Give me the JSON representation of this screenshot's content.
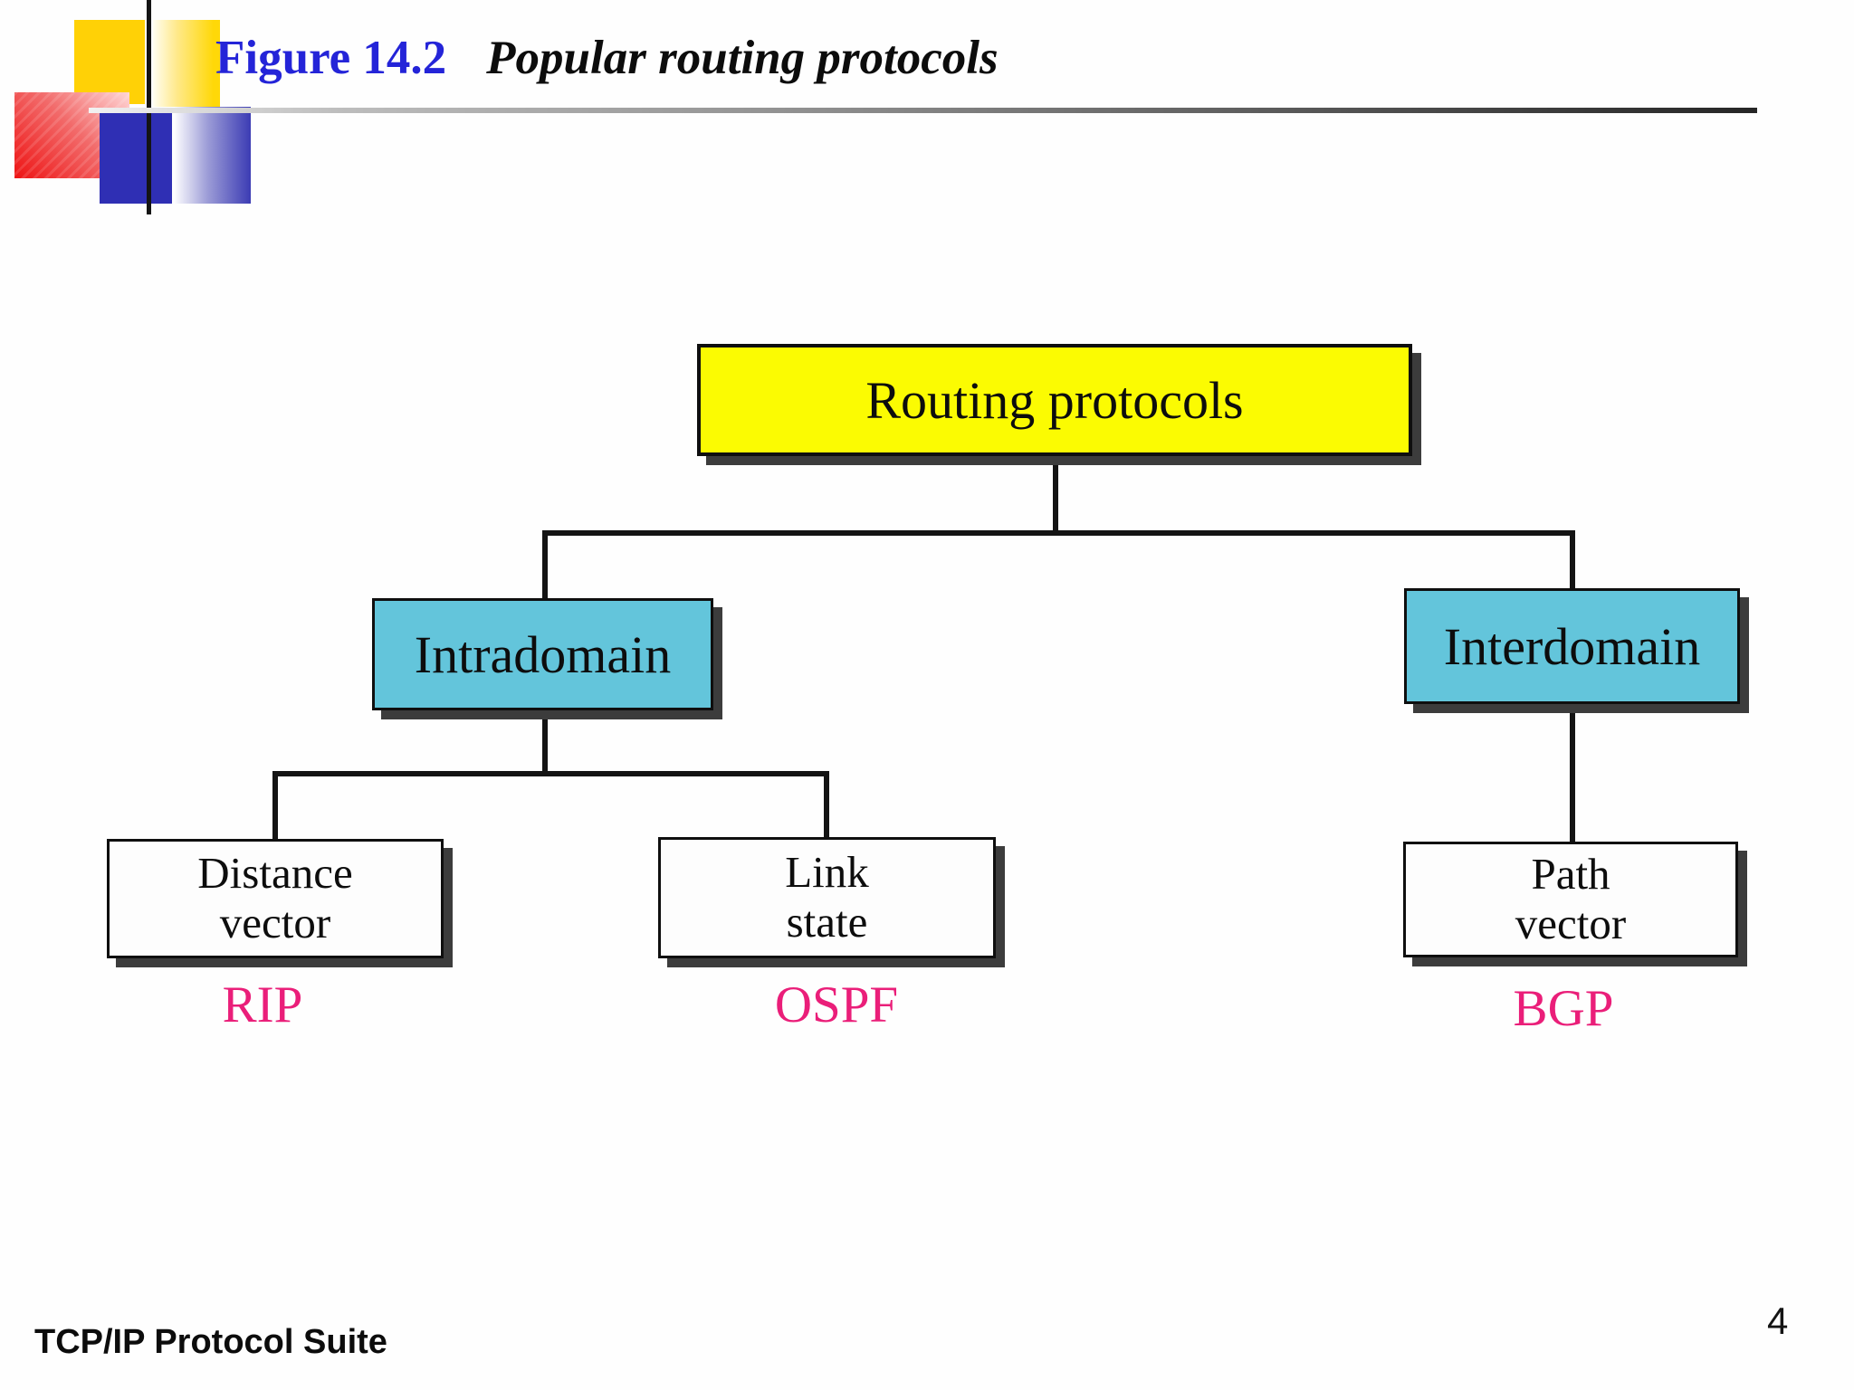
{
  "header": {
    "figure_label": "Figure 14.2",
    "figure_title": "Popular routing protocols",
    "figure_label_color": "#2424d8"
  },
  "diagram": {
    "root": {
      "label": "Routing protocols",
      "fill": "#fbfb02"
    },
    "branches": [
      {
        "label": "Intradomain",
        "fill": "#63c5db"
      },
      {
        "label": "Interdomain",
        "fill": "#63c5db"
      }
    ],
    "leaves": [
      {
        "line1": "Distance",
        "line2": "vector",
        "protocol": "RIP"
      },
      {
        "line1": "Link",
        "line2": "state",
        "protocol": "OSPF"
      },
      {
        "line1": "Path",
        "line2": "vector",
        "protocol": "BGP"
      }
    ],
    "leaf_fill": "#fdfdfd",
    "protocol_color": "#ea1e79",
    "line_color": "#141414"
  },
  "footer": {
    "book_title": "TCP/IP Protocol Suite",
    "page_number": "4"
  }
}
